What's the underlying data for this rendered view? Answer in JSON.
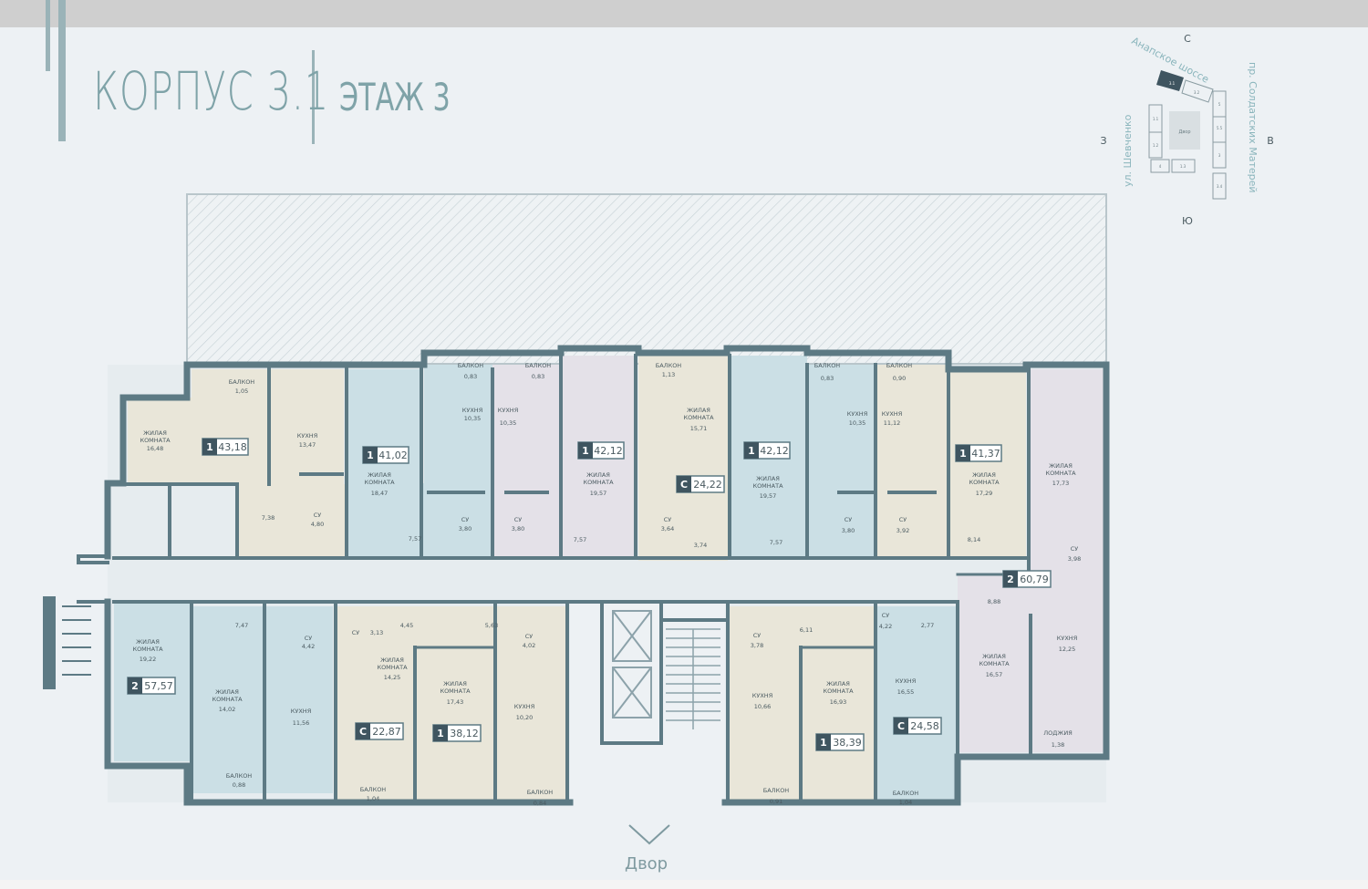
{
  "header": {
    "building": "КОРПУС 3.1",
    "floor": "ЭТАЖ 3"
  },
  "yard_label": "Двор",
  "colors": {
    "wall": "#5d7a84",
    "beige": "#e9e6d9",
    "blue": "#cbdfe5",
    "lilac": "#e4e1e8",
    "corridor": "#e6ecef"
  },
  "site_map": {
    "compass": {
      "n": "С",
      "s": "Ю",
      "e": "В",
      "w": "З"
    },
    "streets": [
      "Анапское шоссе",
      "ул. Шевченко",
      "пр. Солдатских Матерей"
    ],
    "buildings": [
      "3.1",
      "3.2",
      "5",
      "5.5",
      "3",
      "3.4",
      "1.1",
      "1.2",
      "1.3",
      "4"
    ],
    "yard": "Двор"
  },
  "apartments": [
    {
      "type": "1",
      "area": "43,18"
    },
    {
      "type": "1",
      "area": "41,02"
    },
    {
      "type": "1",
      "area": "42,12"
    },
    {
      "type": "С",
      "area": "24,22"
    },
    {
      "type": "1",
      "area": "42,12"
    },
    {
      "type": "1",
      "area": "41,37"
    },
    {
      "type": "2",
      "area": "60,79"
    },
    {
      "type": "2",
      "area": "57,57"
    },
    {
      "type": "С",
      "area": "22,87"
    },
    {
      "type": "1",
      "area": "38,12"
    },
    {
      "type": "1",
      "area": "38,39"
    },
    {
      "type": "С",
      "area": "24,58"
    }
  ],
  "room_labels": {
    "balcony": "БАЛКОН",
    "living_1": "ЖИЛАЯ",
    "living_2": "КОМНАТА",
    "kitchen": "КУХНЯ",
    "bath": "СУ",
    "loggia": "ЛОДЖИЯ"
  },
  "areas": {
    "a1_balcony": "1,05",
    "a1_living": "16,48",
    "a1_kitchen": "13,47",
    "a1_hall": "7,38",
    "a1_bath": "4,80",
    "a2_living": "18,47",
    "a2_hall": "7,57",
    "a3_balcony": "0,83",
    "a3_kitchen": "10,35",
    "a3_bath": "3,80",
    "a4_balcony": "0,83",
    "a4_kitchen": "10,35",
    "a4_bath": "3,80",
    "a5_living": "19,57",
    "a5_hall": "7,57",
    "a6_balcony": "1,13",
    "a6_living": "15,71",
    "a6_bath": "3,64",
    "a6_hall": "3,74",
    "a7_living": "19,57",
    "a7_hall": "7,57",
    "a8_balcony": "0,83",
    "a8_kitchen": "10,35",
    "a8_bath": "3,80",
    "a9_balcony": "0,90",
    "a9_kitchen": "11,12",
    "a9_bath": "3,92",
    "a10_living": "17,29",
    "a10_hall": "8,14",
    "a11_living": "17,73",
    "a11_bath": "3,98",
    "b1_living": "19,22",
    "b1_hall": "7,47",
    "b2_living": "14,02",
    "b2_balcony": "0,88",
    "b3_bath": "4,42",
    "b3_kitchen": "11,56",
    "b4_bath": "3,13",
    "b4_hall": "4,45",
    "b4_living": "14,25",
    "b4_balcony": "1,04",
    "b5_hall": "5,63",
    "b5_bath": "4,02",
    "b5_living": "17,43",
    "b6_kitchen": "10,20",
    "b6_balcony": "0,84",
    "b7_bath": "3,78",
    "b7_hall": "6,11",
    "b7_kitchen": "10,66",
    "b7_balcony": "0,91",
    "b8_living": "16,93",
    "b9_bath": "4,22",
    "b9_hall": "2,77",
    "b9_kitchen": "16,55",
    "b9_balcony": "1,04",
    "b10_hall": "8,88",
    "b10_living": "16,57",
    "b10_kitchen": "12,25",
    "b10_loggia": "1,38"
  }
}
